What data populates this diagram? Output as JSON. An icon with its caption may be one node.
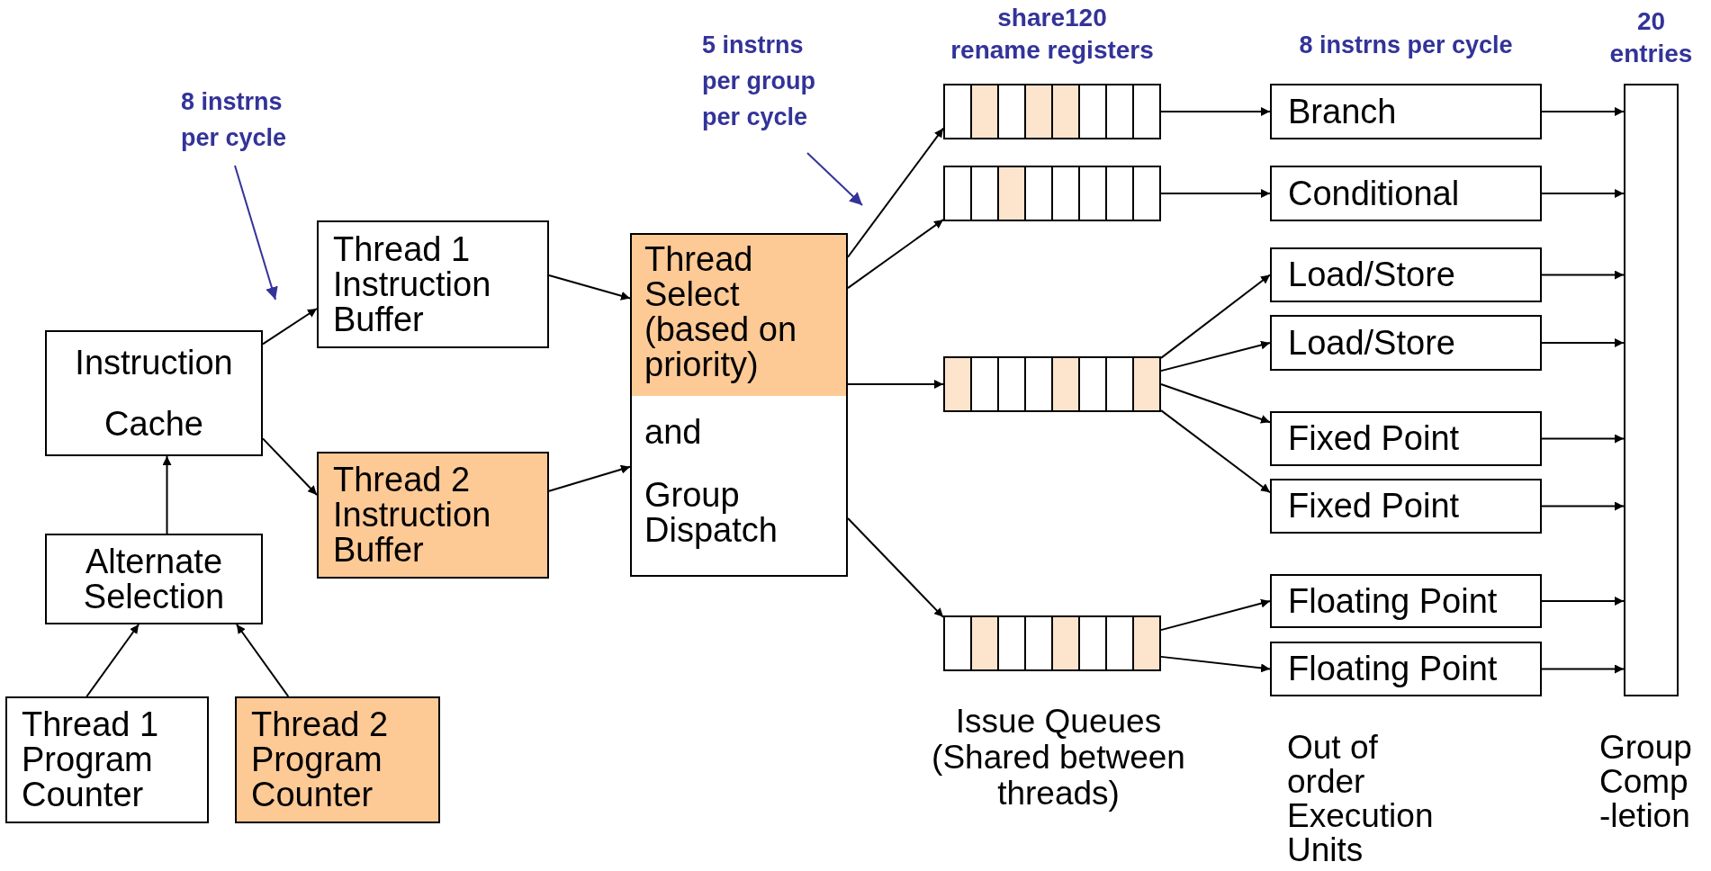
{
  "diagram": {
    "nodes": [
      {
        "text": [
          "Instruction",
          "Cache"
        ]
      },
      {
        "text": [
          "Alternate Selection"
        ]
      },
      {
        "text": [
          "Thread 1 Program Counter"
        ]
      },
      {
        "text": [
          "Thread 2 Program Counter"
        ]
      },
      {
        "text": [
          "Thread 1 Instruction Buffer"
        ]
      },
      {
        "text": [
          "Thread 2 Instruction Buffer"
        ]
      },
      {
        "text": [
          "Thread Select (based on priority)",
          "and",
          "Group Dispatch"
        ]
      },
      {
        "text": [],
        "shape": "box",
        "beside": [
          "share120 rename registers"
        ]
      },
      {
        "text": [],
        "shape": "box"
      },
      {
        "text": [],
        "shape": "box"
      },
      {
        "text": [],
        "shape": "box"
      },
      {
        "text": [
          "Branch"
        ]
      },
      {
        "text": [
          "Conditional"
        ]
      },
      {
        "text": [
          "Load/Store"
        ]
      },
      {
        "text": [
          "Load/Store"
        ]
      },
      {
        "text": [
          "Fixed Point"
        ]
      },
      {
        "text": [
          "Fixed Point"
        ]
      },
      {
        "text": [
          "Floating Point"
        ]
      },
      {
        "text": [
          "Floating Point"
        ]
      },
      {
        "text": [],
        "shape": "bar",
        "beside": [
          "20 entries",
          "Group Comp -letion"
        ]
      }
    ],
    "edges": [
      {
        "from": 1,
        "to": 0,
        "arrow": "to"
      },
      {
        "from": 2,
        "to": 1,
        "arrow": "to"
      },
      {
        "from": 3,
        "to": 1,
        "arrow": "to"
      },
      {
        "from": 0,
        "to": 4,
        "arrow": "to"
      },
      {
        "from": 0,
        "to": 5,
        "arrow": "to"
      },
      {
        "from": 4,
        "to": 6,
        "arrow": "to"
      },
      {
        "from": 5,
        "to": 6,
        "arrow": "to"
      },
      {
        "from": 6,
        "to": 7,
        "arrow": "to"
      },
      {
        "from": 6,
        "to": 8,
        "arrow": "to"
      },
      {
        "from": 6,
        "to": 9,
        "arrow": "to"
      },
      {
        "from": 6,
        "to": 10,
        "arrow": "to"
      },
      {
        "from": 7,
        "to": 11,
        "arrow": "to"
      },
      {
        "from": 8,
        "to": 12,
        "arrow": "to"
      },
      {
        "from": 9,
        "to": 13,
        "arrow": "to"
      },
      {
        "from": 9,
        "to": 14,
        "arrow": "to"
      },
      {
        "from": 9,
        "to": 15,
        "arrow": "to"
      },
      {
        "from": 9,
        "to": 16,
        "arrow": "to"
      },
      {
        "from": 10,
        "to": 17,
        "arrow": "to"
      },
      {
        "from": 10,
        "to": 18,
        "arrow": "to"
      },
      {
        "from": 11,
        "to": 19,
        "arrow": "to"
      },
      {
        "from": 12,
        "to": 19,
        "arrow": "to"
      },
      {
        "from": 13,
        "to": 19,
        "arrow": "to"
      },
      {
        "from": 14,
        "to": 19,
        "arrow": "to"
      },
      {
        "from": 15,
        "to": 19,
        "arrow": "to"
      },
      {
        "from": 16,
        "to": 19,
        "arrow": "to"
      },
      {
        "from": 17,
        "to": 19,
        "arrow": "to"
      },
      {
        "from": 18,
        "to": 19,
        "arrow": "to"
      }
    ],
    "labels": [
      "5 instrns per group per cycle",
      "8 instrns per cycle",
      "8 instrns per cycle",
      "Issue Queues (Shared between threads)",
      "Out of order Execution Units"
    ]
  }
}
